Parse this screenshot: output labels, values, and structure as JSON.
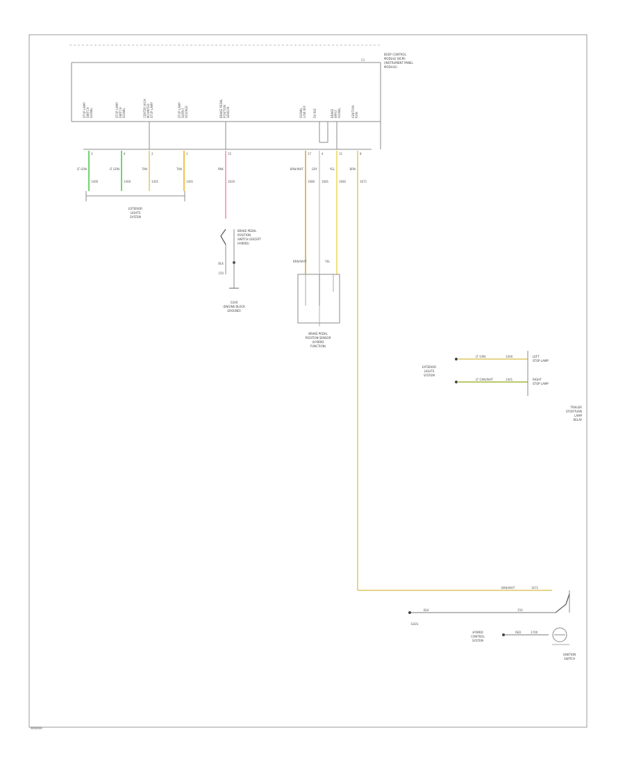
{
  "diagram": {
    "footer_code": "W00000",
    "module_caption": [
      "BODY CONTROL",
      "MODULE (BCM)",
      "(INSTRUMENT PANEL",
      "MODULE)"
    ],
    "module_tag": "C1",
    "module_pins": [
      {
        "label": [
          "STOP LAMP",
          "SWITCH",
          "SIGNAL"
        ],
        "pin": "3"
      },
      {
        "label": [
          "STOP LAMP",
          "SWITCH",
          "SIGNAL"
        ],
        "pin": "4"
      },
      {
        "label": [
          "CENTER HIGH",
          "MOUNTED",
          "STOP LAMP"
        ],
        "pin": "2"
      },
      {
        "label": [
          "STOP LAMP",
          "SUPPLY",
          "VOLTAGE"
        ],
        "pin": "1"
      },
      {
        "label": [
          "BRAKE PEDAL",
          "POSITION",
          "SENSOR"
        ],
        "pin": "15"
      },
      {
        "label": [
          "SIGNAL",
          "LOW REF"
        ],
        "pin": "17"
      },
      {
        "label": [
          "5V REF"
        ],
        "pin": "4"
      },
      {
        "label": [
          "BRAKE",
          "APPLY",
          "SIGNAL"
        ],
        "pin": "11"
      },
      {
        "label": [
          "IGNITION",
          "RUN"
        ],
        "pin": "8"
      }
    ],
    "wires": [
      {
        "label": "LT GRN",
        "code": "1400"
      },
      {
        "label": "LT GRN",
        "code": "1400"
      },
      {
        "label": "TAN",
        "code": "1401"
      },
      {
        "label": "TAN",
        "code": "1401"
      },
      {
        "label": "PNK",
        "code": "1620"
      },
      {
        "label": "BRN/WHT",
        "code": "1680"
      },
      {
        "label": "GRY",
        "code": "1681"
      },
      {
        "label": "YEL",
        "code": "1682"
      },
      {
        "label": "BRN",
        "code": "1671"
      }
    ],
    "lamp_caption": [
      "EXTERIOR",
      "LIGHTS",
      "SYSTEM"
    ],
    "switch_caption": [
      "BRAKE PEDAL",
      "POSITION",
      "SWITCH (EXCEPT",
      "HYBRID)"
    ],
    "switch_wire": {
      "label": "BLK",
      "code": "150"
    },
    "ground_caption": [
      "G100",
      "(ENGINE BLOCK",
      "GROUND)"
    ],
    "sensor_caption": [
      "BRAKE PEDAL",
      "POSITION SENSOR",
      "(HYBRID",
      "FUNCTION)"
    ],
    "sensor_pins": [
      "BRN/WHT",
      "YEL"
    ],
    "right_group": {
      "left_caption": [
        "EXTERIOR",
        "LIGHTS",
        "SYSTEM"
      ],
      "top": {
        "label": "LT GRN",
        "code": "1400",
        "desc": [
          "LEFT",
          "STOP LAMP"
        ]
      },
      "bottom": {
        "label": "LT GRN/WHT",
        "code": "1401",
        "desc": [
          "RIGHT",
          "STOP LAMP"
        ]
      },
      "caption": [
        "TRAILER",
        "STOP/TURN",
        "LAMP",
        "RELAY"
      ]
    },
    "bottom_right": {
      "top_wire": {
        "label": "BRN/WHT",
        "code": "1671"
      },
      "ground_wire": {
        "label": "BLK",
        "code": "150"
      },
      "ground_caption": [
        "G101"
      ],
      "mid_caption": [
        "HYBRID",
        "CONTROL",
        "SYSTEM"
      ],
      "mid_wire": {
        "label": "RED",
        "code": "1700"
      },
      "component_caption": [
        "IGNITION",
        "SWITCH"
      ]
    }
  }
}
